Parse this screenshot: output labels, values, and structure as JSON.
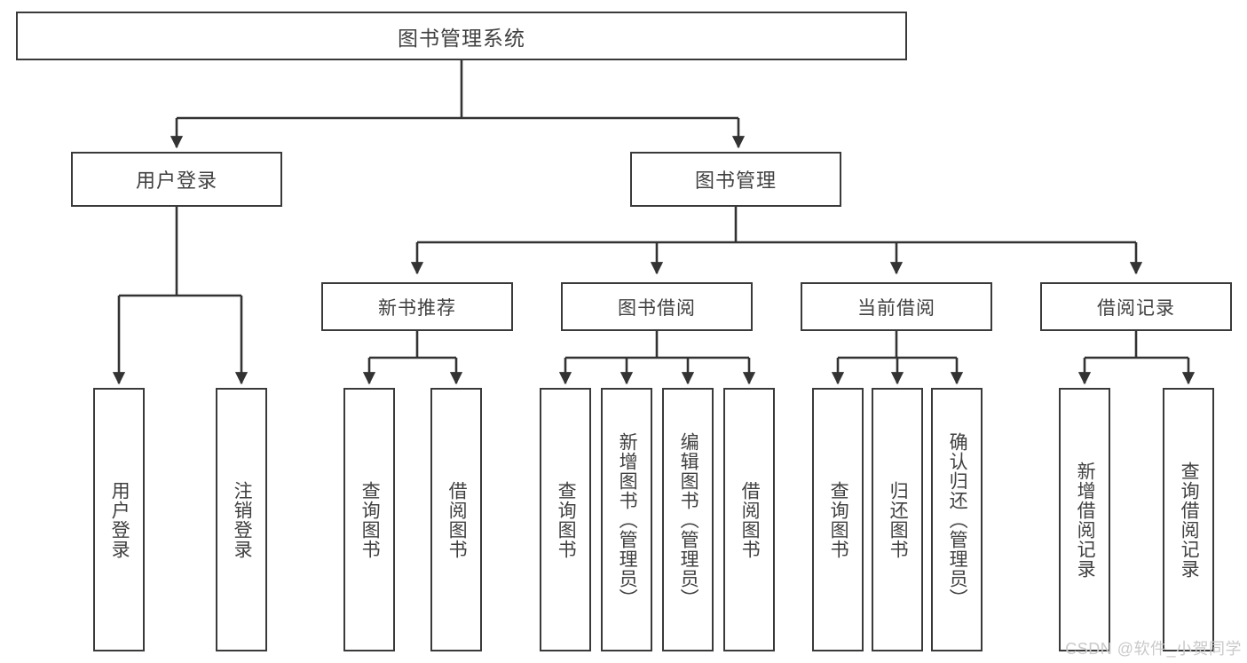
{
  "diagram": {
    "title": "图书管理系统",
    "type": "tree-hierarchy",
    "watermark": "CSDN @软件_小贺同学",
    "colors": {
      "box_border": "#3a3a3a",
      "box_fill": "#ffffff",
      "connector": "#333333",
      "text": "#404040",
      "watermark": "#c9c9c9",
      "background": "#ffffff"
    },
    "root": {
      "label": "图书管理系统"
    },
    "level2": [
      {
        "label": "用户登录"
      },
      {
        "label": "图书管理"
      }
    ],
    "level3": [
      {
        "label": "新书推荐"
      },
      {
        "label": "图书借阅"
      },
      {
        "label": "当前借阅"
      },
      {
        "label": "借阅记录"
      }
    ],
    "leaves": {
      "user_login": [
        {
          "label": "用户登录"
        },
        {
          "label": "注销登录"
        }
      ],
      "new_book_recommend": [
        {
          "label": "查询图书"
        },
        {
          "label": "借阅图书"
        }
      ],
      "book_borrow": [
        {
          "label": "查询图书"
        },
        {
          "label": "新增图书（管理员）"
        },
        {
          "label": "编辑图书（管理员）"
        },
        {
          "label": "借阅图书"
        }
      ],
      "current_borrow": [
        {
          "label": "查询图书"
        },
        {
          "label": "归还图书"
        },
        {
          "label": "确认归还（管理员）"
        }
      ],
      "borrow_record": [
        {
          "label": "新增借阅记录"
        },
        {
          "label": "查询借阅记录"
        }
      ]
    }
  }
}
